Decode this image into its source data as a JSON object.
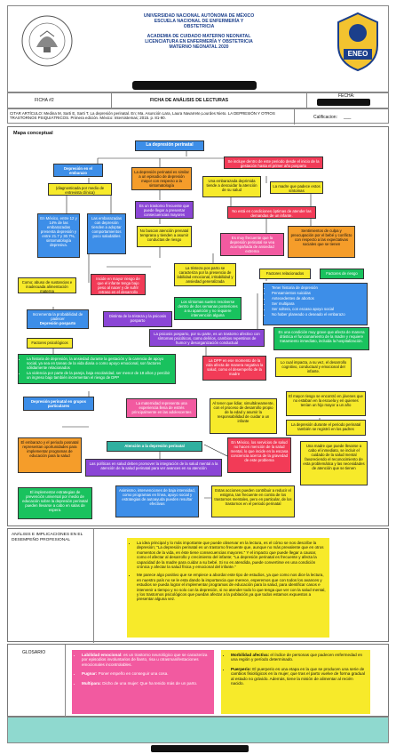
{
  "header": {
    "line1": "UNIVERSIDAD NACIONAL AUTÓNOMA DE MÉXICO",
    "line2": "ESCUELA NACIONAL DE ENFERMERÍA Y",
    "line3": "OBSTETRICIA",
    "line4": "ACADEMIA DE CUIDADO MATERNO NEONATAL",
    "line5": "LICENCIATURA EN ENFERMERÍA Y OBSTETRICIA",
    "line6": "MATERNO NEONATAL 2020",
    "right_logo_text": "ENEO"
  },
  "info_row": {
    "ficha_num": "FICHA #2",
    "title": "FICHA DE ANÁLISIS DE LECTURAS",
    "fecha_label": "FECHA:"
  },
  "citation": {
    "text": "CITAR ARTÍCULO: Medina M, Sarti E, Sarti T. La depresión perinatal. En; Ma. Asunción Lara, Laura Navarrete,Lourdes Nieto. LA DEPRESIÓN Y OTROS TRASTORNOS PSIQUIÁTRICOS. Primera edición. México: Intersistemas; 2015. p. 81-90.",
    "calificacion_label": "Calificacion:",
    "calificacion_value": "___"
  },
  "mapa": {
    "section_label": "Mapa conceptual",
    "center": "La depresión perinatal",
    "b_embarazo": "Depresión en el embarazo",
    "b_diag": "(diagnosticada por medio de entrevista clínica)",
    "b_mexico": "En México, entre 12 y 14% de las embarazadas presenta depresión y entre 21.7 y 30.7%, sintomatología depresiva.",
    "b_embarazadas": "Las embarazadas con depresión tienden a adoptar comportamientos poco saludables",
    "b_similar": "La depresión perinatal es similar a un episodio de depresión mayor con respecto a la sintomatología",
    "b_frecuente": "Es un trastorno frecuente que puede llegar a presentar consecuencias mayores",
    "b_nobuscan": "No buscan atención prenatal temprana y tienden a asumir conductas de riesgo",
    "b_incluyen": "Se incluye dentro de este periodo desde el inicio de la gestación hasta el primer año posparto",
    "b_embdeprimida": "Una embarazada deprimida tiende a descuidar la atención de su salud",
    "b_madre": "La madre que padece estos síntomas",
    "b_noesta": "No está en condiciones óptimas de atender las demandas de un infante.",
    "b_muyfrec": "Es muy frecuente que la depresión perinatal se vea acompañada de ansiedad extrema",
    "b_sentimientos": "Sentimientos de culpa y preocupación por el bebé y conflicto con respecto a las expectativas sociales que se tienen",
    "b_consumo": "Como; abuso de sustancias e inadecuada alimentación materna",
    "b_incide": "Incide en mayor riesgo de que el infante tenga bajo peso al nacer y de sufrir retraso en el desarrollo",
    "b_tristeza": "La tristeza pos parto se caracteriza por la presencia de labilidad emocional, irritabilidad y ansiedad generalizada",
    "b_factores_rel": "Factores relacionados",
    "b_factores_riesgo": "Factores de riesgo",
    "b_sintomas_res": "Los síntomas suelen resolverse dentro de dos semanas posteriores a su aparición y no requiere intervención alguna",
    "b_incrementa": "Incrementa la probabilidad de padecer",
    "b_dep_posparto": "Depresión posparto",
    "b_distinta": "Distinta de la tristeza y la psicosis posparto",
    "risk_list": [
      "Tener historia de depresión",
      "Pensamientos suicidas",
      "Antecedentes de abortos",
      "Ser multipara",
      "Ser soltera, con escaso apoyo social",
      "No haber planeado o deseado el embarazo"
    ],
    "b_psicosis": "La psicosis posparto, por su parte, es un trastorno afectivo con síntomas psicóticos, como delirios, cambios repentinos de humor y desorganización conductual",
    "b_condicion": "Es una condición muy grave que afecta de manera drástica el funcionamiento de la madre y requiere tratamiento inmediato, incluida la hospitalización.",
    "b_fact_psico": "Factores psicológicos",
    "psico_list": [
      "La historia de depresión, la ansiedad durante la gestación y la carencia de apoyo social, ya sea en tareas de la vida diaria o como apoyo emocional, son factores sólidamente relacionados",
      "La violencia por parte de la pareja, baja escolaridad, ser menor de 18 años y percibir un ingreso bajo también incrementan el riesgo de DPP"
    ],
    "b_dpp": "La DPP en ese momento de la vida afecta de manera negativa la salud, como el desempeño de la madre",
    "b_impacta": "Lo cual impacta, a su vez, el desarrollo cognitivo, conductual y emocional del infante.",
    "b_grupos": "Depresión perinatal en grupos particulares",
    "b_maternidad": "La maternidad representa una experiencia llena de estrés principalmente en las adolescentes",
    "b_tener": "Al tener que lidiar, simultáneamente, con el proceso de desarrollo propio de la edad y asumir la responsabilidad de cuidar a un infante",
    "b_mayor_riesgo": "El mayor riesgo se encontró en jóvenes que no estaban en la escuela y en quienes tenían un hijo mayor a un año",
    "b_depresion_dur": "La depresión durante el periodo perinatal también se registró en los padres",
    "b_embarazo_per": "El embarazo y el periodo posnatal representan oportunidades para implementar programas de educación para la salud",
    "b_atencion": "Atención a la depresión perinatal",
    "b_mexico_salud": "En México, los servicios de salud no hacen mención de la salud mental, lo que incide en la escasa conciencia acerca de la gravedad de este problema",
    "b_nopuede": "Una madre que puede llevarse a cabo el inmediato, se incluir el cuidado de la salud mental favoreciendo el reconocimiento de esta problemática y las necesidades de atención que se tienen",
    "b_politicas": "Las políticas en salud deben promover la integración de la salud mental a la atención de la salud perinatal para ver avances en su atención",
    "b_implementar": "El implementar estrategias de prevención universal por medio de educación sobre la depresión perinatal pueden llevarse a cabo en salas de espera.",
    "b_asimismo": "Asimismo, intervenciones de baja intensidad, como programas en línea, apoyo social y estrategias de autoayuda pueden resultar efectivas",
    "b_acciones": "Estas acciones pueden contribuir a reducir el estigma, tan frecuente en contra de los trastornos mentales, pero en particular, de los trastornos en el periodo perinatal"
  },
  "analisis": {
    "label": "ANÁLISIS E IMPLICACIONES EN EL DESEMPEÑO PROFESIONAL",
    "p1": "La idea principal y lo más importante que puede observar en la lectura, es el cómo se nos describe la depresión; \"La depresión perinatal es un trastorno frecuente que, aunque no más prevalente que en otros momentos de la vida, en éste tiene consecuencias mayores.\" Y el impacto que puede llegar a causar, como el afectar al desarrollo y crecimiento del infante; \"La depresión perinatal es frecuente y afecta la capacidad de la madre para cuidar a su bebé. Si no es atendida, puede convertirse en una condición crónica y afectar la salud física y emocional del infante.\"",
    "p2": "Me parece algo positivo que se empiece a abordar este tipo de estudios, ya que como nos dice la lectura, en nuestro país no se le esta dando la importancia que merece, esperemos que con todos los avances y estudios se pueda lograr el implementar programas de educación para la salud, para identificar casos e intervenir a tiempo y no solo con la depresión, si no atender todo lo que tenga que ver con la salud mental, y los trastornos psicológicos que puedan afectar a la población,ya que todos estamos expuestos a presentar alguna vez."
  },
  "glosario": {
    "label": "GLOSARIO",
    "left": [
      {
        "term": "Labilidad emocional:",
        "def": "es un trastorno neurológico que se caracteriza por episodios involuntarios de llanto, risa u otrasmanifestaciones emocionales incontrolables."
      },
      {
        "term": "Pugnar:",
        "def": "Poner empeño en conseguir una cosa."
      },
      {
        "term": "Multipara:",
        "def": "Dicho de una mujer: Que ha tenido más de un parto."
      }
    ],
    "right": [
      {
        "term": "Morbilidad afectiva:",
        "def": "el índice de personas que padecen enfermedad en una región y período determinado."
      },
      {
        "term": "Puerperio:",
        "def": "El puerperio es una etapa en la que se producen una serie de cambios fisiológicos en la mujer, que tras el parto vuelve de forma gradual al estado no grávido. Además, tiene la misión de alimentar al recién nacido."
      }
    ]
  },
  "colors": {
    "header_blue": "#1b3f8b",
    "footer": "#8fd9cf"
  }
}
